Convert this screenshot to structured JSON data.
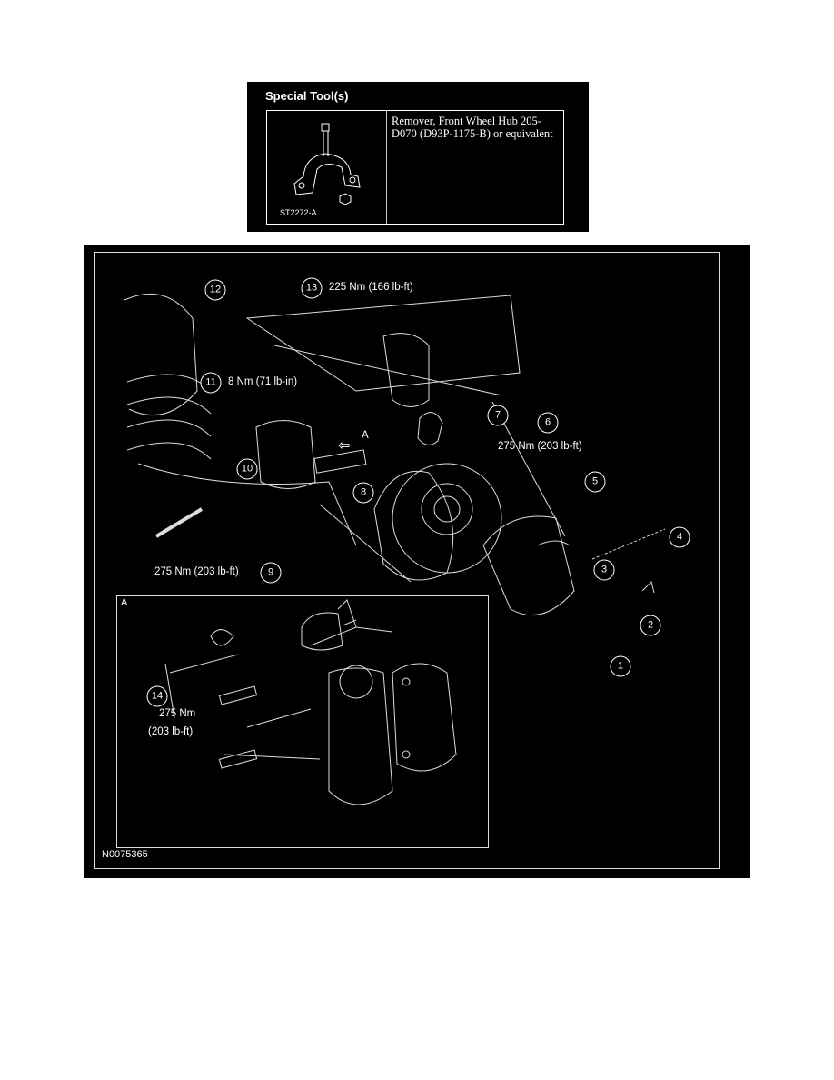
{
  "special_tools": {
    "title": "Special Tool(s)",
    "tool_code": "ST2272-A",
    "description": "Remover, Front Wheel Hub 205-D070 (D93P-1175-B) or equivalent"
  },
  "diagram": {
    "figure_id": "N0075365",
    "view_arrow_label": "A",
    "inset_title": "A",
    "callouts": [
      {
        "num": "1"
      },
      {
        "num": "2"
      },
      {
        "num": "3"
      },
      {
        "num": "4"
      },
      {
        "num": "5"
      },
      {
        "num": "6",
        "torque": "275 Nm (203 lb-ft)"
      },
      {
        "num": "7"
      },
      {
        "num": "8"
      },
      {
        "num": "9",
        "torque": "275 Nm (203 lb-ft)"
      },
      {
        "num": "10"
      },
      {
        "num": "11",
        "torque": "8 Nm (71 lb-in)"
      },
      {
        "num": "12"
      },
      {
        "num": "13",
        "torque": "225 Nm (166 lb-ft)"
      },
      {
        "num": "14",
        "torque_line1": "275 Nm",
        "torque_line2": "(203 lb-ft)"
      }
    ]
  }
}
